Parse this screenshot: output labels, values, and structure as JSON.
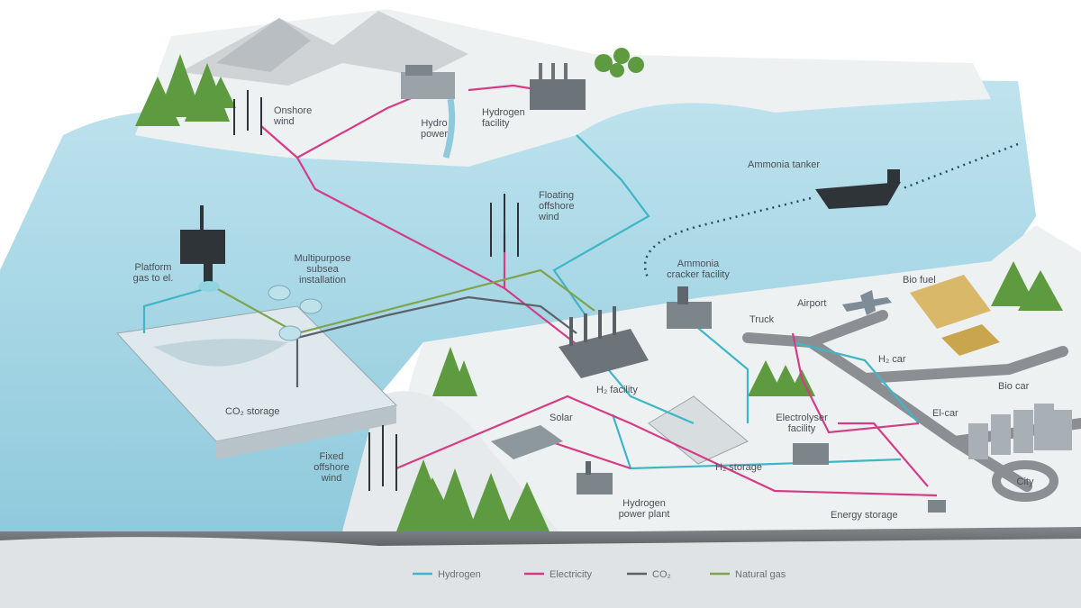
{
  "labels": {
    "onshore_wind": [
      "Onshore",
      "wind"
    ],
    "hydro_power": [
      "Hydro",
      "power"
    ],
    "hydrogen_facility_north": [
      "Hydrogen",
      "facility"
    ],
    "ammonia_tanker": [
      "Ammonia tanker"
    ],
    "floating_offshore_wind": [
      "Floating",
      "offshore",
      "wind"
    ],
    "platform_gas": [
      "Platform",
      "gas to el."
    ],
    "multipurpose_subsea": [
      "Multipurpose",
      "subsea",
      "installation"
    ],
    "ammonia_cracker": [
      "Ammonia",
      "cracker facility"
    ],
    "airport": [
      "Airport"
    ],
    "bio_fuel": [
      "Bio fuel"
    ],
    "truck": [
      "Truck"
    ],
    "co2_storage": [
      "CO₂ storage"
    ],
    "h2_facility": [
      "H₂ facility"
    ],
    "h2_car": [
      "H₂ car"
    ],
    "bio_car": [
      "Bio car"
    ],
    "solar": [
      "Solar"
    ],
    "el_car": [
      "El-car"
    ],
    "electrolyser": [
      "Electrolyser",
      "facility"
    ],
    "fixed_offshore_wind": [
      "Fixed",
      "offshore",
      "wind"
    ],
    "h2_storage": [
      "H₂ storage"
    ],
    "city": [
      "City"
    ],
    "hydrogen_power_plant": [
      "Hydrogen",
      "power plant"
    ],
    "energy_storage": [
      "Energy storage"
    ]
  },
  "legend": [
    {
      "label": "Hydrogen",
      "color": "#3fb6c6"
    },
    {
      "label": "Electricity",
      "color": "#d43d86"
    },
    {
      "label": "CO₂",
      "color": "#5c6168"
    },
    {
      "label": "Natural gas",
      "color": "#7fa44f"
    }
  ],
  "colors": {
    "water": "#a9d8e6",
    "land": "#eef1f2",
    "mountain": "#cfd3d6",
    "forest": "#5e9a3f",
    "road": "#8b8f94"
  }
}
